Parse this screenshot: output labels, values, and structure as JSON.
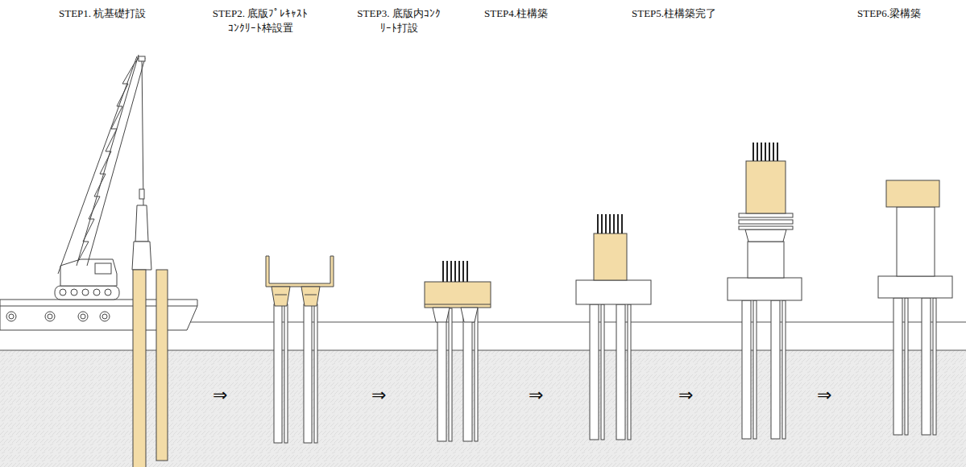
{
  "diagram": {
    "labels": [
      "STEP1. 杭基礎打設",
      "STEP2. 底版ﾌﾟﾚｷｬｽﾄ ｺﾝｸﾘｰﾄ枠設置",
      "STEP3. 底版内ｺﾝｸ ﾘｰﾄ打設",
      "STEP4.柱構築",
      "STEP5.柱構築完了",
      "STEP6.梁構築",
      "⇒",
      "⇒",
      "⇒",
      "⇒",
      "⇒"
    ]
  }
}
